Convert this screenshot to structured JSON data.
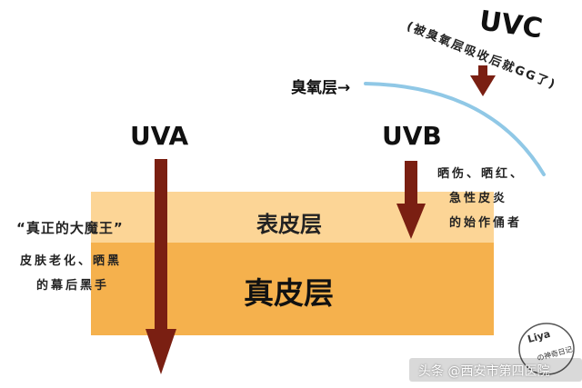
{
  "diagram": {
    "uva_label": "UVA",
    "uvb_label": "UVB",
    "uvc_label": "UVC",
    "ozone_label": "臭氧层→",
    "uvc_note": "(被臭氧层吸收后就GG了)",
    "epidermis_label": "表皮层",
    "dermis_label": "真皮层",
    "uva_title": "“真正的大魔王”",
    "uva_desc_line1": "皮肤老化、晒黑",
    "uva_desc_line2": "的幕后黑手",
    "uvb_desc_line1": "晒伤、晒红、",
    "uvb_desc_line2": "急性皮炎",
    "uvb_desc_line3": "的始作俑者"
  },
  "watermark": {
    "name": "Liya",
    "sub": "の神奇日记",
    "credit": "头条 @西安市第四医院"
  },
  "colors": {
    "epidermis": "#fcd596",
    "dermis": "#f5b14d",
    "arrow": "#7a1f12",
    "ozone_arc": "#90c8e6"
  }
}
